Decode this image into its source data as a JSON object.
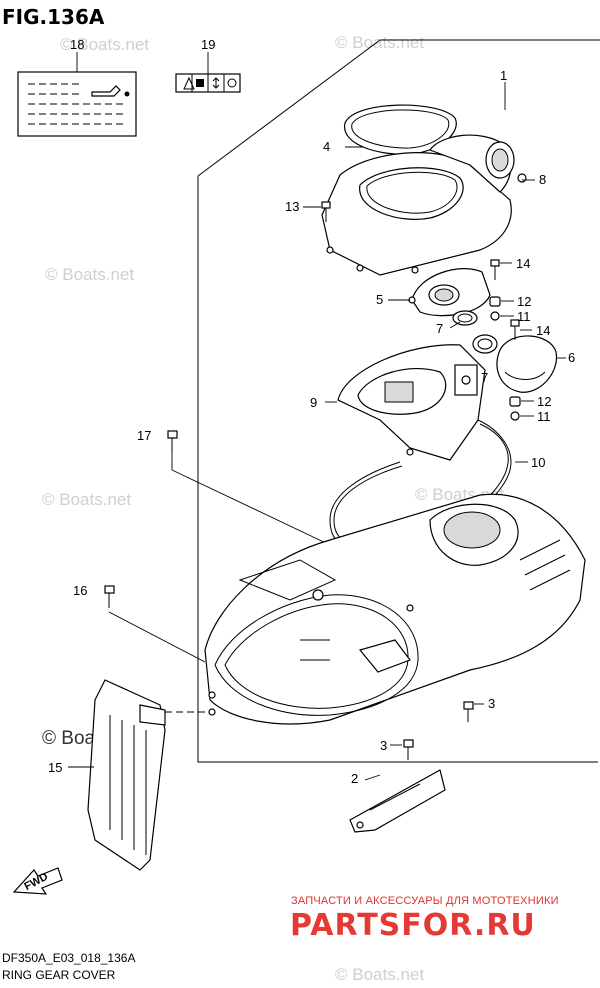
{
  "figure": {
    "title": "FIG.136A",
    "code": "DF350A_E03_018_136A",
    "caption": "RING GEAR COVER"
  },
  "callouts": [
    {
      "id": "c1",
      "label": "1"
    },
    {
      "id": "c2",
      "label": "2"
    },
    {
      "id": "c3a",
      "label": "3"
    },
    {
      "id": "c3b",
      "label": "3"
    },
    {
      "id": "c4",
      "label": "4"
    },
    {
      "id": "c5",
      "label": "5"
    },
    {
      "id": "c6",
      "label": "6"
    },
    {
      "id": "c7a",
      "label": "7"
    },
    {
      "id": "c7b",
      "label": "7"
    },
    {
      "id": "c8",
      "label": "8"
    },
    {
      "id": "c9",
      "label": "9"
    },
    {
      "id": "c10",
      "label": "10"
    },
    {
      "id": "c11a",
      "label": "11"
    },
    {
      "id": "c11b",
      "label": "11"
    },
    {
      "id": "c12a",
      "label": "12"
    },
    {
      "id": "c12b",
      "label": "12"
    },
    {
      "id": "c13",
      "label": "13"
    },
    {
      "id": "c14a",
      "label": "14"
    },
    {
      "id": "c14b",
      "label": "14"
    },
    {
      "id": "c15",
      "label": "15"
    },
    {
      "id": "c16",
      "label": "16"
    },
    {
      "id": "c17",
      "label": "17"
    },
    {
      "id": "c18",
      "label": "18"
    },
    {
      "id": "c19",
      "label": "19"
    }
  ],
  "watermarks": {
    "small": "© Boats.net",
    "large": "© Boats.net"
  },
  "fwd_label": "FWD",
  "branding": {
    "tagline": "ЗАПЧАСТИ И АКСЕССУАРЫ ДЛЯ МОТОТЕХНИКИ",
    "logo": "PARTSFOR.RU",
    "logo_color": "#e53935"
  }
}
